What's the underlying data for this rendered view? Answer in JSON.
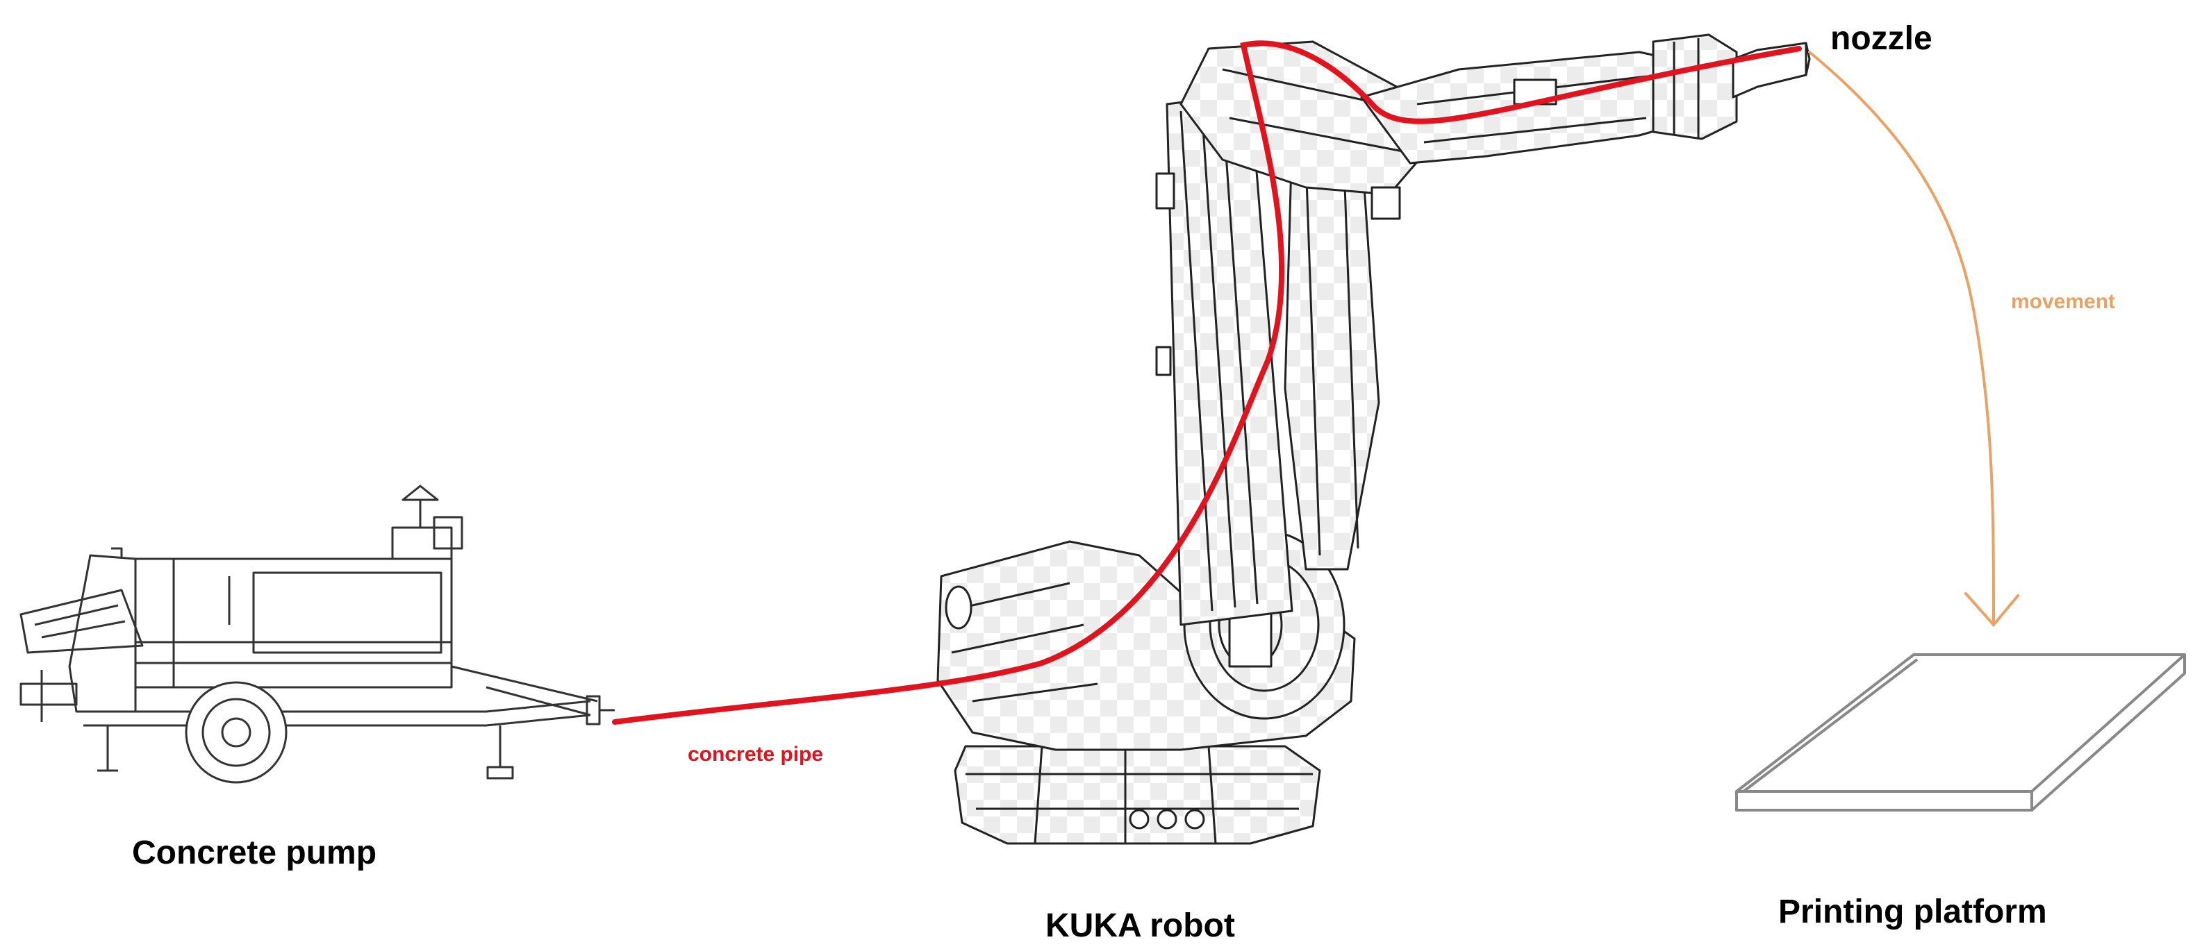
{
  "labels": {
    "concrete_pump": "Concrete pump",
    "kuka_robot": "KUKA robot",
    "printing_platform": "Printing platform",
    "nozzle": "nozzle",
    "concrete_pipe": "concrete pipe",
    "movement": "movement"
  },
  "colors": {
    "pipe": "#e0141e",
    "movement": "#e8a266",
    "line": "#222222",
    "platform": "#888888"
  }
}
